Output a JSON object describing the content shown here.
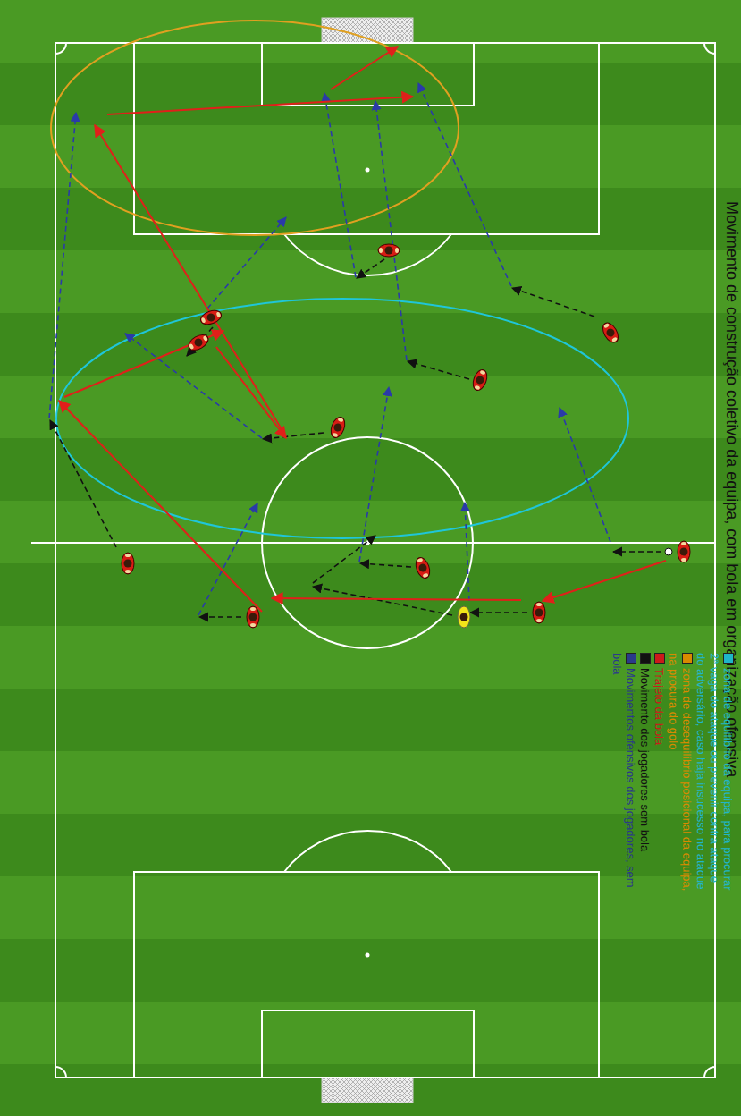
{
  "diagram": {
    "title": "Movimento de construção coletivo da equipa, com bola em organização ofensiva",
    "legend": [
      {
        "text": "zona de equilíbrio da equipa, para procurar 2ª vaga do ataque ou prevenir contra ataque do adversário, caso haja insucesso no ataque",
        "color": "#1fb6c9"
      },
      {
        "text": "zona de desequilíbrio posicional da equipa, na procura do golo",
        "color": "#d98a00"
      },
      {
        "text": "Trajeto da bola",
        "color": "#cc1a1a"
      },
      {
        "text": "Movimento dos jogadores sem bola",
        "color": "#111111"
      },
      {
        "text": "Movimentos ofensivos dos jogadores, sem bola",
        "color": "#2a3a8a"
      }
    ]
  }
}
